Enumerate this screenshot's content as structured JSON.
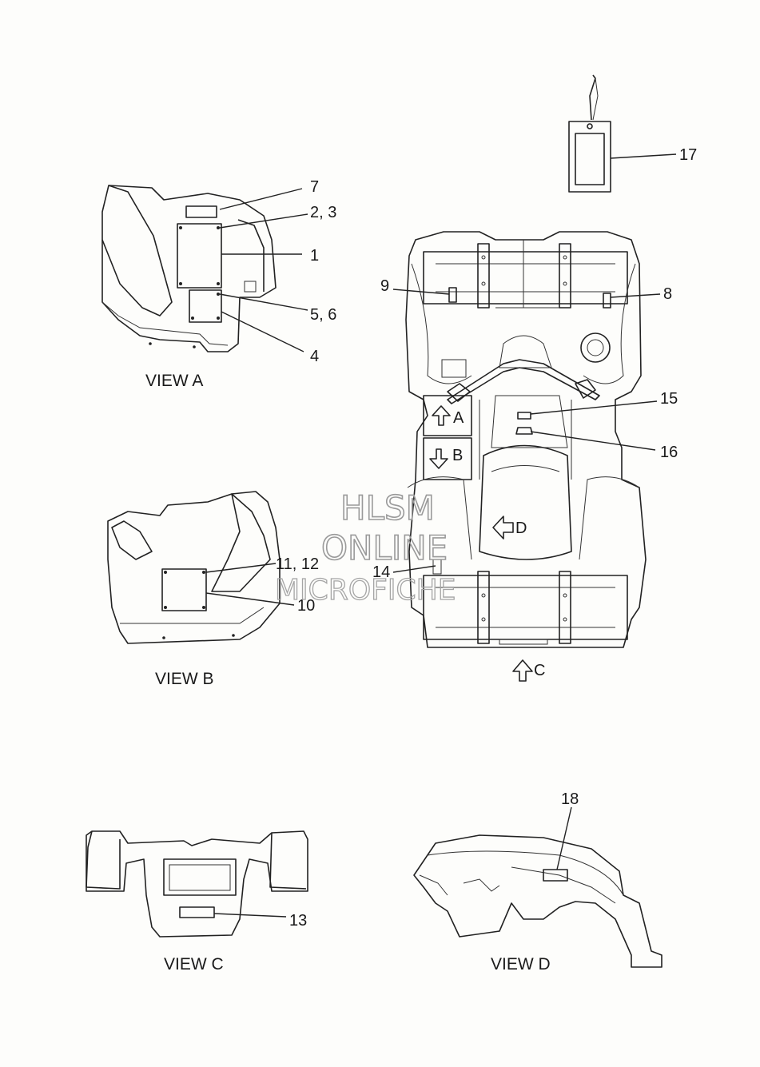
{
  "callouts": {
    "c1": "1",
    "c2_3": "2, 3",
    "c4": "4",
    "c5_6": "5, 6",
    "c7": "7",
    "c8": "8",
    "c9": "9",
    "c10": "10",
    "c11_12": "11, 12",
    "c13": "13",
    "c14": "14",
    "c15": "15",
    "c16": "16",
    "c17": "17",
    "c18": "18"
  },
  "views": {
    "a": "VIEW A",
    "b": "VIEW B",
    "c": "VIEW C",
    "d": "VIEW D"
  },
  "arrows": {
    "a": "A",
    "b": "B",
    "c": "C",
    "d": "D"
  },
  "watermark": {
    "line1": "HLSM",
    "line2": "ONLINE",
    "line3": "MICROFICHE"
  }
}
